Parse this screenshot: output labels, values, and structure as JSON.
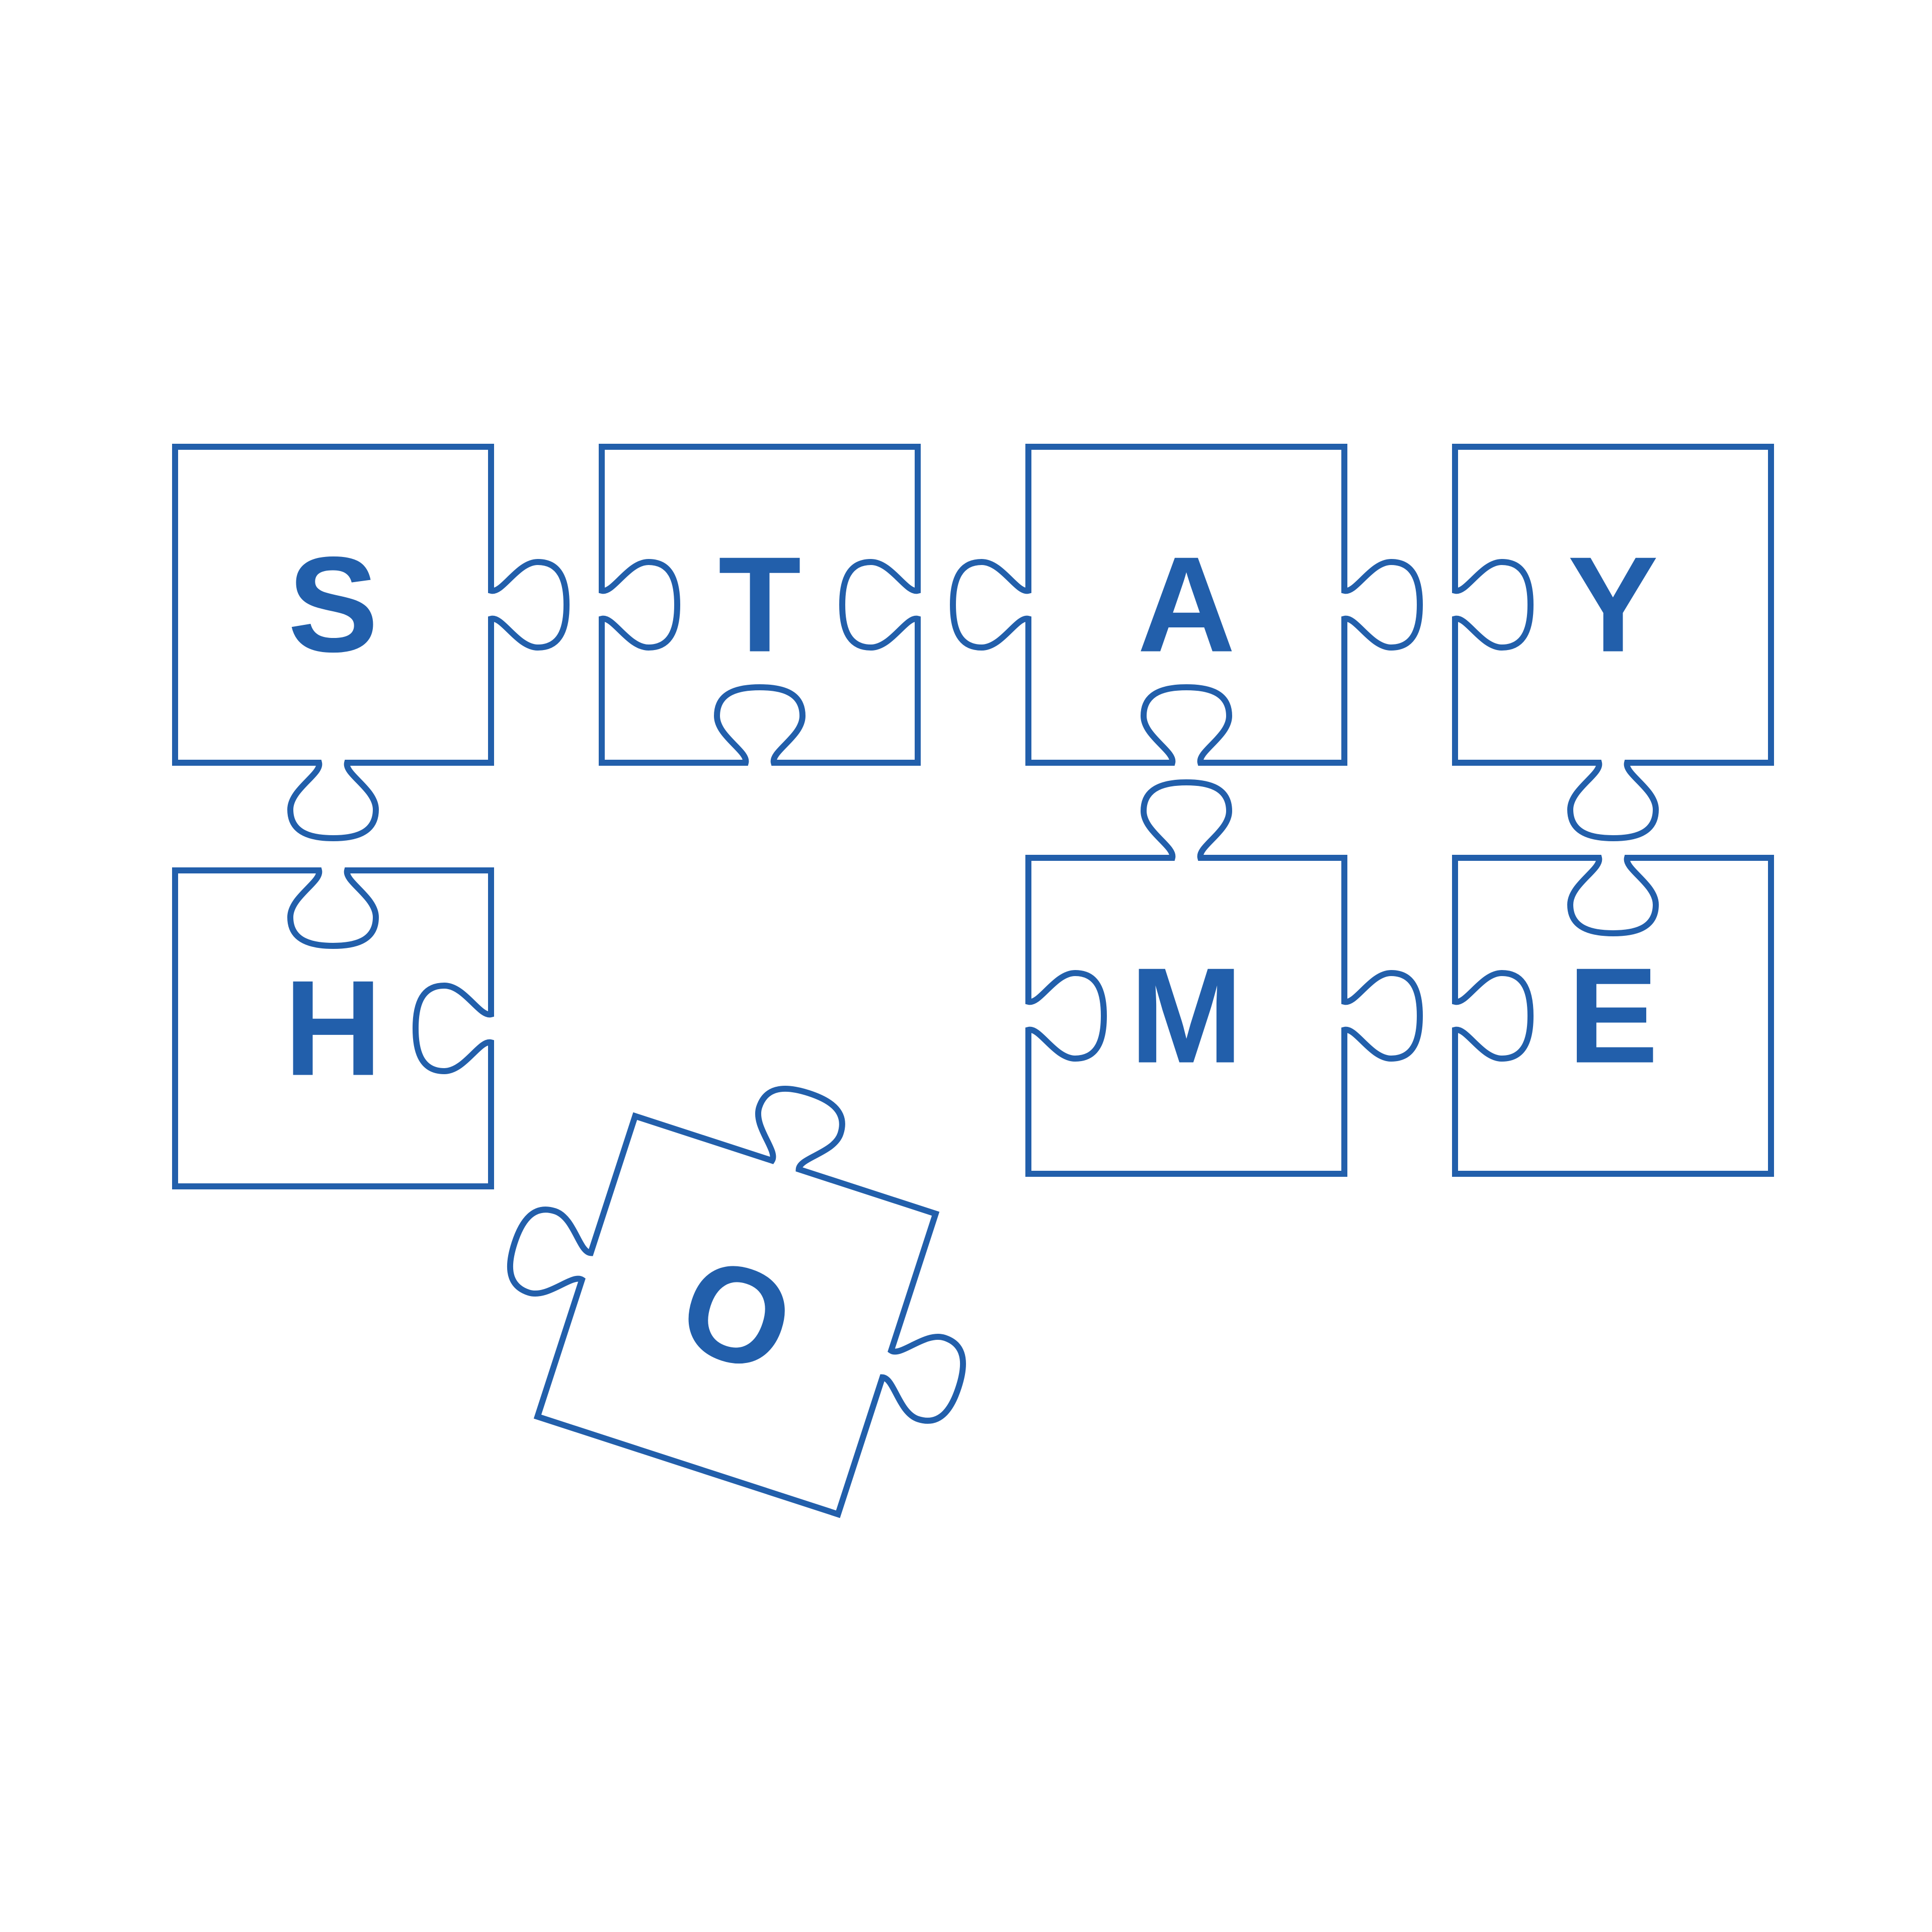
{
  "colors": {
    "outline": "#225fab",
    "letter": "#225fab",
    "background": "#ffffff"
  },
  "puzzle": {
    "pieces": [
      {
        "id": "s",
        "letter": "S"
      },
      {
        "id": "t",
        "letter": "T"
      },
      {
        "id": "a",
        "letter": "A"
      },
      {
        "id": "y",
        "letter": "Y"
      },
      {
        "id": "h",
        "letter": "H"
      },
      {
        "id": "m",
        "letter": "M"
      },
      {
        "id": "e",
        "letter": "E"
      },
      {
        "id": "o",
        "letter": "O"
      }
    ]
  }
}
